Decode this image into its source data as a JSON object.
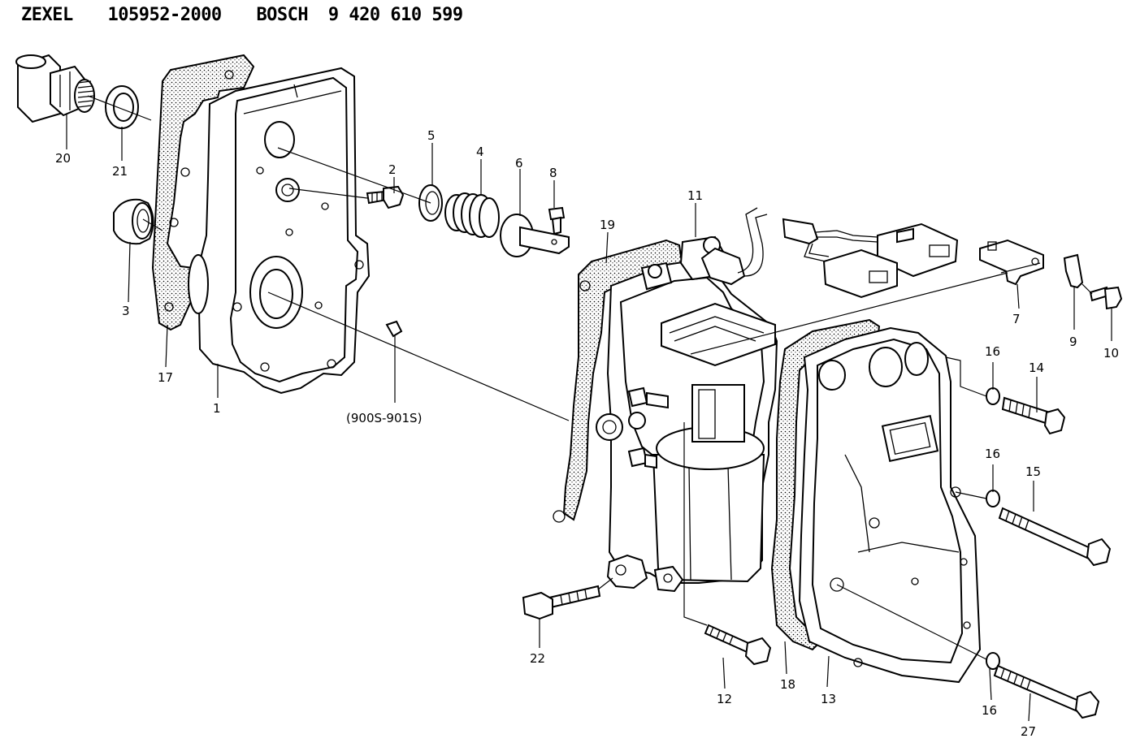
{
  "header": {
    "brand1": "ZEXEL",
    "number1": "105952-2000",
    "brand2": "BOSCH",
    "number2": "9 420 610 599"
  },
  "labels": {
    "p1": "1",
    "p2": "2",
    "p3": "3",
    "p4": "4",
    "p5": "5",
    "p6": "6",
    "p7": "7",
    "p8": "8",
    "p9": "9",
    "p10": "10",
    "p11": "11",
    "p12": "12",
    "p13": "13",
    "p14": "14",
    "p15": "15",
    "p16a": "16",
    "p16b": "16",
    "p16c": "16",
    "p17": "17",
    "p18": "18",
    "p19": "19",
    "p20": "20",
    "p21": "21",
    "p22": "22",
    "p27": "27",
    "key_note": "(900S-901S)"
  }
}
